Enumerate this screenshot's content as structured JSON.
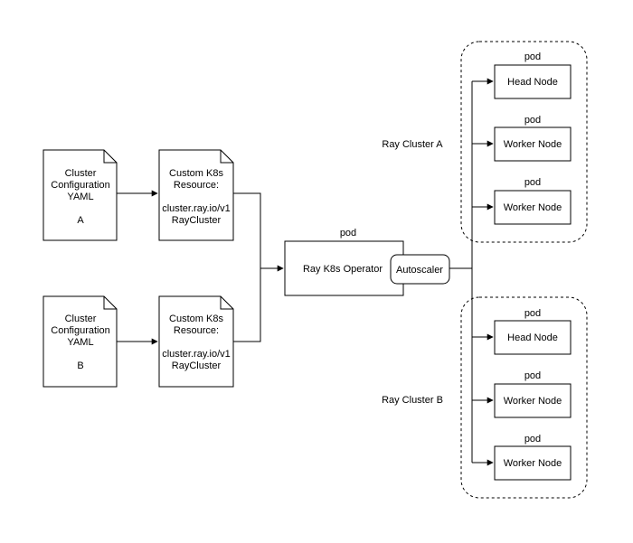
{
  "yaml_a": {
    "lines": [
      "Cluster",
      "Configuration",
      "YAML",
      "",
      "A"
    ]
  },
  "yaml_b": {
    "lines": [
      "Cluster",
      "Configuration",
      "YAML",
      "",
      "B"
    ]
  },
  "crd_a": {
    "lines": [
      "Custom K8s",
      "Resource:",
      "",
      "cluster.ray.io/v1",
      "RayCluster"
    ]
  },
  "crd_b": {
    "lines": [
      "Custom K8s",
      "Resource:",
      "",
      "cluster.ray.io/v1",
      "RayCluster"
    ]
  },
  "operator": {
    "pod_label": "pod",
    "label": "Ray K8s Operator",
    "autoscaler_label": "Autoscaler"
  },
  "cluster_a": {
    "label": "Ray Cluster A",
    "nodes": [
      {
        "pod_label": "pod",
        "label": "Head Node"
      },
      {
        "pod_label": "pod",
        "label": "Worker Node"
      },
      {
        "pod_label": "pod",
        "label": "Worker Node"
      }
    ]
  },
  "cluster_b": {
    "label": "Ray Cluster B",
    "nodes": [
      {
        "pod_label": "pod",
        "label": "Head Node"
      },
      {
        "pod_label": "pod",
        "label": "Worker Node"
      },
      {
        "pod_label": "pod",
        "label": "Worker Node"
      }
    ]
  }
}
